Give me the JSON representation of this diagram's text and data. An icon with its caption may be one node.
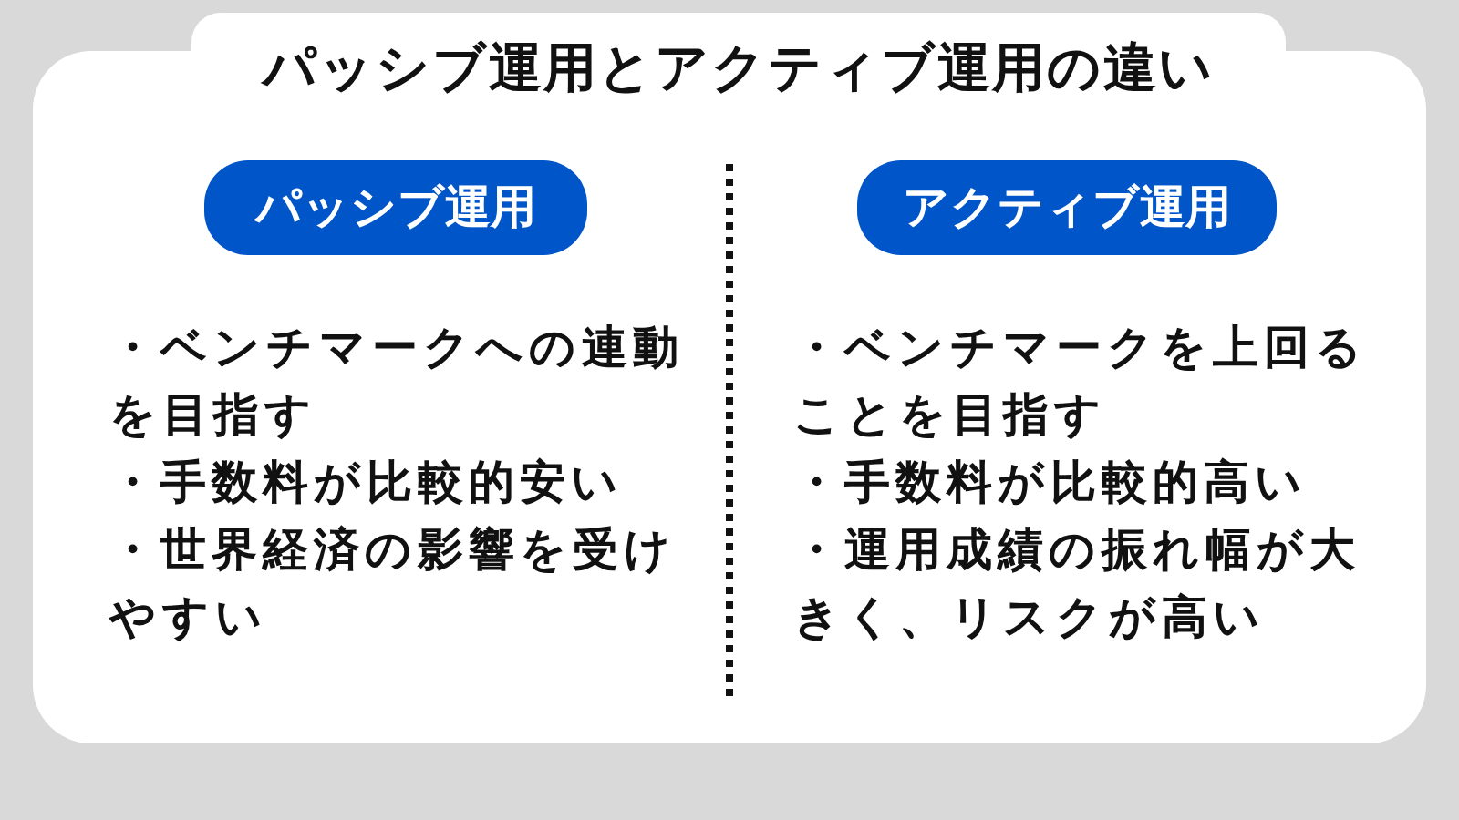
{
  "diagram": {
    "title": "パッシブ運用とアクティブ運用の違い",
    "nodes": [
      {
        "text": [
          "パッシブ運用"
        ]
      },
      {
        "text": [
          "アクティブ運用"
        ]
      }
    ],
    "labels": [
      "・ベンチマークへの連動を目指す",
      "・手数料が比較的安い",
      "・世界経済の影響を受けやすい",
      "・ベンチマークを上回ることを目指す",
      "・手数料が比較的高い",
      "・運用成績の振れ幅が大きく、リスクが高い"
    ]
  }
}
